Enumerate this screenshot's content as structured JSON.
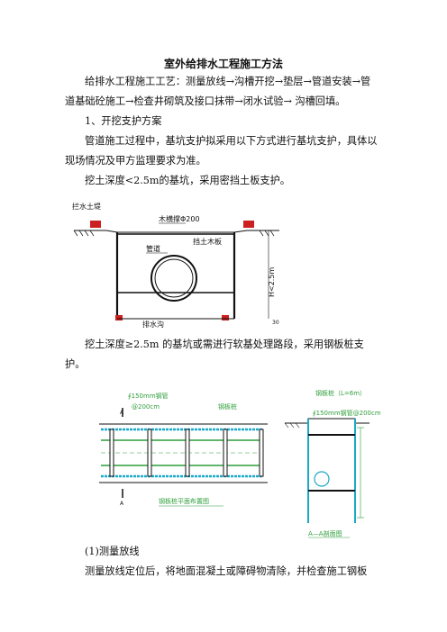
{
  "title": "室外给排水工程施工方法",
  "paragraphs": [
    "给排水工程施工工艺：测量放线→沟槽开挖→垫层→管道安装→管道基础砼施工→检查井砌筑及接口抹带→闭水试验→ 沟槽回填。",
    "1、开挖支护方案",
    "管道施工过程中，基坑支护拟采用以下方式进行基坑支护，具体以现场情况及甲方监理要求为准。",
    "挖土深度<2.5m的基坑，采用密挡土板支护。",
    "挖土深度≥2.5m 的基坑或需进行软基处理路段，采用钢板桩支护。",
    "(1)测量放线",
    "测量放线定位后，将地面混凝土或障碍物清除，并检查施工钢板"
  ],
  "figure1": {
    "label_water_bank": "拦水土堤",
    "label_strut": "木横撑Φ200",
    "label_board": "挡土木板",
    "label_pipe": "管道",
    "label_drain": "排水沟",
    "label_depth": "H<2.5m",
    "label_small": "30"
  },
  "figure2": {
    "label_pipe_left": "∮150mm钢管",
    "label_spacing_left": "@200cm",
    "label_sheet_pile": "钢板桩",
    "label_plan": "钢板桩平面布置图",
    "label_sheet_pile_right": "钢板桩（L=6m）",
    "label_pipe_right": "∮150mm钢管@200cm",
    "label_section": "A—A剖面图",
    "label_a": "A"
  },
  "colors": {
    "text": "#111111",
    "accent_red": "#cc1f1f",
    "figure_cyan": "#1aa9c9",
    "figure_green": "#2e9e3a"
  }
}
